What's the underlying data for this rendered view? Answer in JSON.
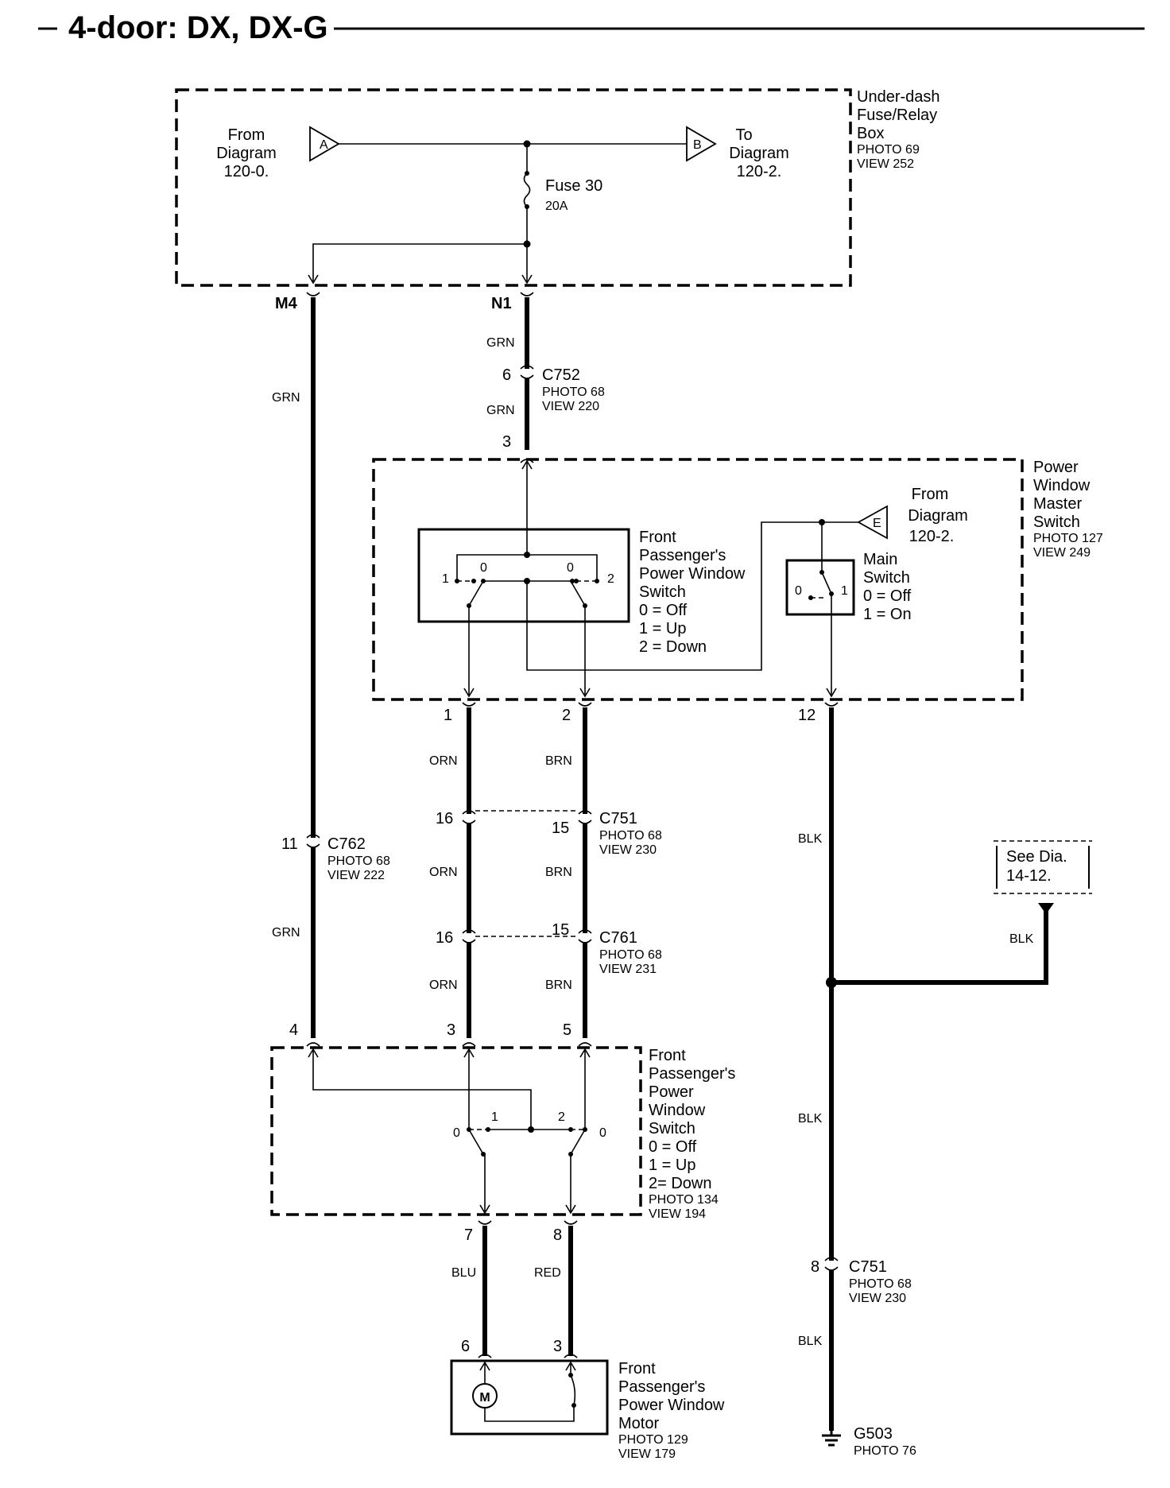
{
  "title": "4-door: DX, DX-G",
  "components": {
    "fuse_box": {
      "lines": [
        "Under-dash",
        "Fuse/Relay",
        "Box"
      ],
      "photo": "PHOTO 69",
      "view": "VIEW 252"
    },
    "from_diagram_a": {
      "lines": [
        "From",
        "Diagram",
        "120-0."
      ],
      "connector": "A"
    },
    "to_diagram_b": {
      "lines": [
        "To",
        "Diagram",
        "120-2."
      ],
      "connector": "B"
    },
    "fuse": {
      "name": "Fuse 30",
      "rating": "20A"
    },
    "master_switch": {
      "lines": [
        "Power",
        "Window",
        "Master",
        "Switch"
      ],
      "photo": "PHOTO 127",
      "view": "VIEW 249"
    },
    "master_front_switch": {
      "lines": [
        "Front",
        "Passenger's",
        "Power Window",
        "Switch",
        "0 = Off",
        "1 = Up",
        "2 = Down"
      ]
    },
    "from_diagram_e": {
      "lines": [
        "From",
        "Diagram",
        "120-2."
      ],
      "connector": "E"
    },
    "main_switch": {
      "lines": [
        "Main",
        "Switch",
        "0 = Off",
        "1 = On"
      ]
    },
    "passenger_switch": {
      "lines": [
        "Front",
        "Passenger's",
        "Power",
        "Window",
        "Switch",
        "0 = Off",
        "1 = Up",
        "2=  Down"
      ],
      "photo": "PHOTO 134",
      "view": "VIEW 194"
    },
    "motor": {
      "lines": [
        "Front",
        "Passenger's",
        "Power Window",
        "Motor"
      ],
      "photo": "PHOTO 129",
      "view": "VIEW 179",
      "symbol": "M"
    },
    "see_dia": {
      "lines": [
        "See Dia.",
        "14-12."
      ]
    },
    "ground": {
      "name": "G503",
      "photo": "PHOTO 76"
    }
  },
  "connectors": {
    "c752": {
      "name": "C752",
      "photo": "PHOTO 68",
      "view": "VIEW 220"
    },
    "c751_a": {
      "name": "C751",
      "photo": "PHOTO 68",
      "view": "VIEW 230"
    },
    "c762": {
      "name": "C762",
      "photo": "PHOTO 68",
      "view": "VIEW 222"
    },
    "c761": {
      "name": "C761",
      "photo": "PHOTO 68",
      "view": "VIEW 231"
    },
    "c751_b": {
      "name": "C751",
      "photo": "PHOTO 68",
      "view": "VIEW 230"
    }
  },
  "terminals": {
    "m4": "M4",
    "n1": "N1",
    "c752_6": "6",
    "master_3": "3",
    "master_1": "1",
    "master_2": "2",
    "master_12": "12",
    "c751_16": "16",
    "c751_15": "15",
    "c762_11": "11",
    "c761_16": "16",
    "c761_15": "15",
    "ps_4": "4",
    "ps_3": "3",
    "ps_5": "5",
    "ps_7": "7",
    "ps_8": "8",
    "motor_6": "6",
    "motor_3": "3",
    "c751_8": "8",
    "sw_1": "1",
    "sw_0a": "0",
    "sw_0b": "0",
    "sw_2": "2",
    "ms_0": "0",
    "ms_1": "1",
    "ps_0a": "0",
    "ps_1": "1",
    "ps_2": "2",
    "ps_0b": "0"
  },
  "wires": {
    "grn_n1": "GRN",
    "grn_c752": "GRN",
    "grn_m4": "GRN",
    "grn_c762": "GRN",
    "orn_1": "ORN",
    "brn_1": "BRN",
    "orn_2": "ORN",
    "brn_2": "BRN",
    "orn_3": "ORN",
    "brn_3": "BRN",
    "blk_1": "BLK",
    "blk_2": "BLK",
    "blk_3": "BLK",
    "blk_see": "BLK",
    "blu": "BLU",
    "red": "RED"
  }
}
